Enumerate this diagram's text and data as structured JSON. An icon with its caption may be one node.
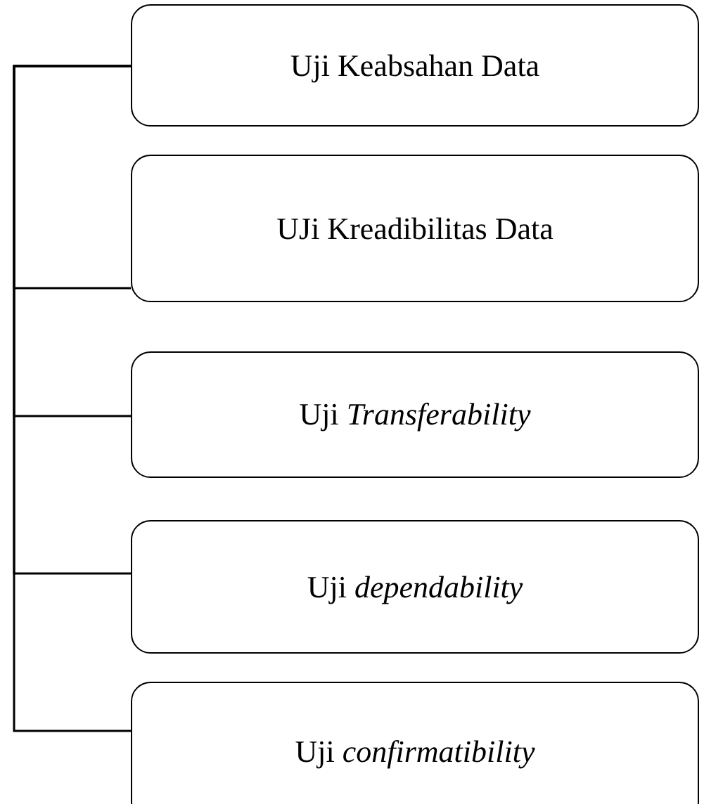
{
  "diagram": {
    "nodes": [
      {
        "text": [
          "Uji Keabsahan Data"
        ]
      },
      {
        "text": [
          "UJi Kreadibilitas Data"
        ]
      },
      {
        "text": [
          "Uji *Transferability*"
        ]
      },
      {
        "text": [
          "Uji *dependability*"
        ]
      },
      {
        "text": [
          "Uji *confirmatibility*"
        ]
      }
    ],
    "edges": [
      {
        "from": 0,
        "to": 1,
        "arrow": "none"
      },
      {
        "from": 0,
        "to": 2,
        "arrow": "none"
      },
      {
        "from": 0,
        "to": 3,
        "arrow": "none"
      },
      {
        "from": 0,
        "to": 4,
        "arrow": "none"
      }
    ]
  }
}
